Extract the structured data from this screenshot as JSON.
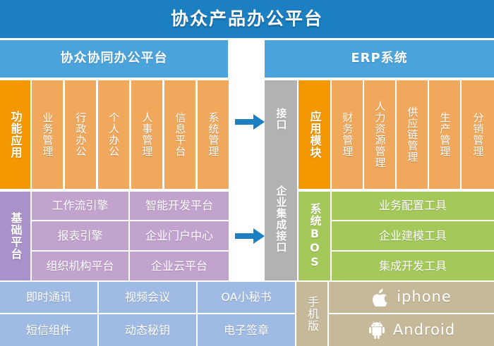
{
  "title": "协众产品办公平台",
  "sections": {
    "left_header": "协众协同办公平台",
    "right_header": "ERP系统"
  },
  "colors": {
    "title_bar": "#1b7fc2",
    "section_header": "#4ba3dc",
    "orange_dark": "#f39800",
    "orange_light": "#f0a85c",
    "grey": "#b2b2b2",
    "purple_dark": "#a992c9",
    "purple_light": "#c2a3ce",
    "green": "#a5c85a",
    "blue_light": "#9fbbe3",
    "tan": "#c5b999",
    "arrow": "#1b7fc2"
  },
  "functional_row": {
    "label": "功能应用",
    "items": [
      "业务管理",
      "行政办公",
      "个人办公",
      "人事管理",
      "信息平台",
      "系统管理"
    ]
  },
  "interface_column": {
    "top_label": "接口",
    "bottom_label": "企业集成接口"
  },
  "erp_modules_row": {
    "label": "应用模块",
    "items": [
      "财务管理",
      "人力资源管理",
      "供应链管理",
      "生产管理",
      "分销管理"
    ]
  },
  "platform_row": {
    "label": "基础平台",
    "items": [
      "工作流引擎",
      "智能开发平台",
      "报表引擎",
      "企业门户中心",
      "组织机构平台",
      "企业云平台"
    ]
  },
  "bos_row": {
    "label": "系统BOS",
    "items": [
      "业务配置工具",
      "企业建模工具",
      "集成开发工具"
    ]
  },
  "components_row": {
    "items": [
      "即时通讯",
      "视频会议",
      "OA小秘书",
      "短信组件",
      "动态秘钥",
      "电子签章"
    ]
  },
  "mobile_column": {
    "label": "手机版",
    "items": [
      {
        "icon": "apple-icon",
        "label": "iphone"
      },
      {
        "icon": "android-icon",
        "label": "Android"
      }
    ]
  },
  "arrows": [
    {
      "name": "arrow-functional-to-erp"
    },
    {
      "name": "arrow-platform-to-bos"
    }
  ]
}
